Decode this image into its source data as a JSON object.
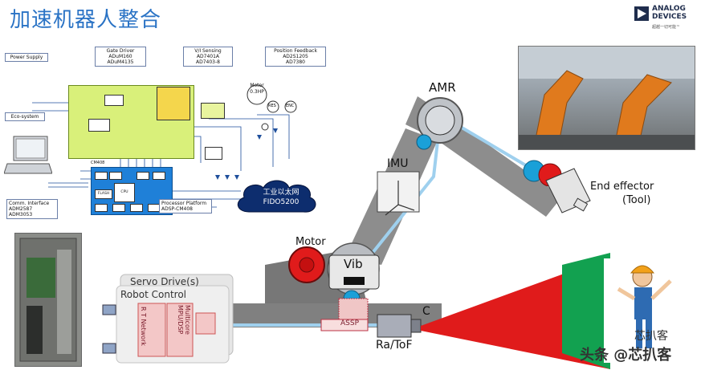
{
  "title": "加速机器人整合",
  "logo": {
    "line1": "ANALOG",
    "line2": "DEVICES",
    "tagline": "超越一切可能™"
  },
  "callouts": {
    "power_supply": "Power Supply",
    "gate_driver": "Gate Driver\nADuM160\nADuM4135",
    "vi_sensing": "V/I Sensing\nAD7401A\nAD7403-8",
    "position_feedback": "Position Feedback\nAD2S1205\nAD7380",
    "eco_system": "Eco-system",
    "comm_interface": "Comm. Interface\nADM2587\nADM3053",
    "processor_platform": "Processor Platform\nADSP-CM408"
  },
  "cloud": {
    "line1": "工业以太网",
    "line2": "FIDO5200"
  },
  "robot_labels": {
    "amr": "AMR",
    "imu": "IMU",
    "motor": "Motor",
    "vib": "Vib",
    "assp": "ASSP",
    "ra_tof": "Ra/ToF",
    "c": "C",
    "end_effector": "End effector",
    "tool": "(Tool)"
  },
  "servo": {
    "outer": "Servo Drive(s)",
    "robot_control": "Robot Control",
    "rt_network": "R T Network",
    "multicore": "Multicore MPU/DSP"
  },
  "board_labels": {
    "motor": "Motor",
    "motor_sub": "0.3HP",
    "res": "RES",
    "enc": "ENC",
    "cm408": "CM408",
    "flash": "FLASH",
    "cpu": "CPU"
  },
  "watermark": {
    "line1": "芯扒客",
    "line2": "头条 @芯扒客"
  },
  "colors": {
    "title": "#2a73c5",
    "board_green": "#d9f07a",
    "board_blue": "#1f80d8",
    "arm_grey": "#8d8d8d",
    "sensor_blue": "#1aa0d8",
    "red_cone": "#e01b1b",
    "green_cone": "#12a150"
  }
}
